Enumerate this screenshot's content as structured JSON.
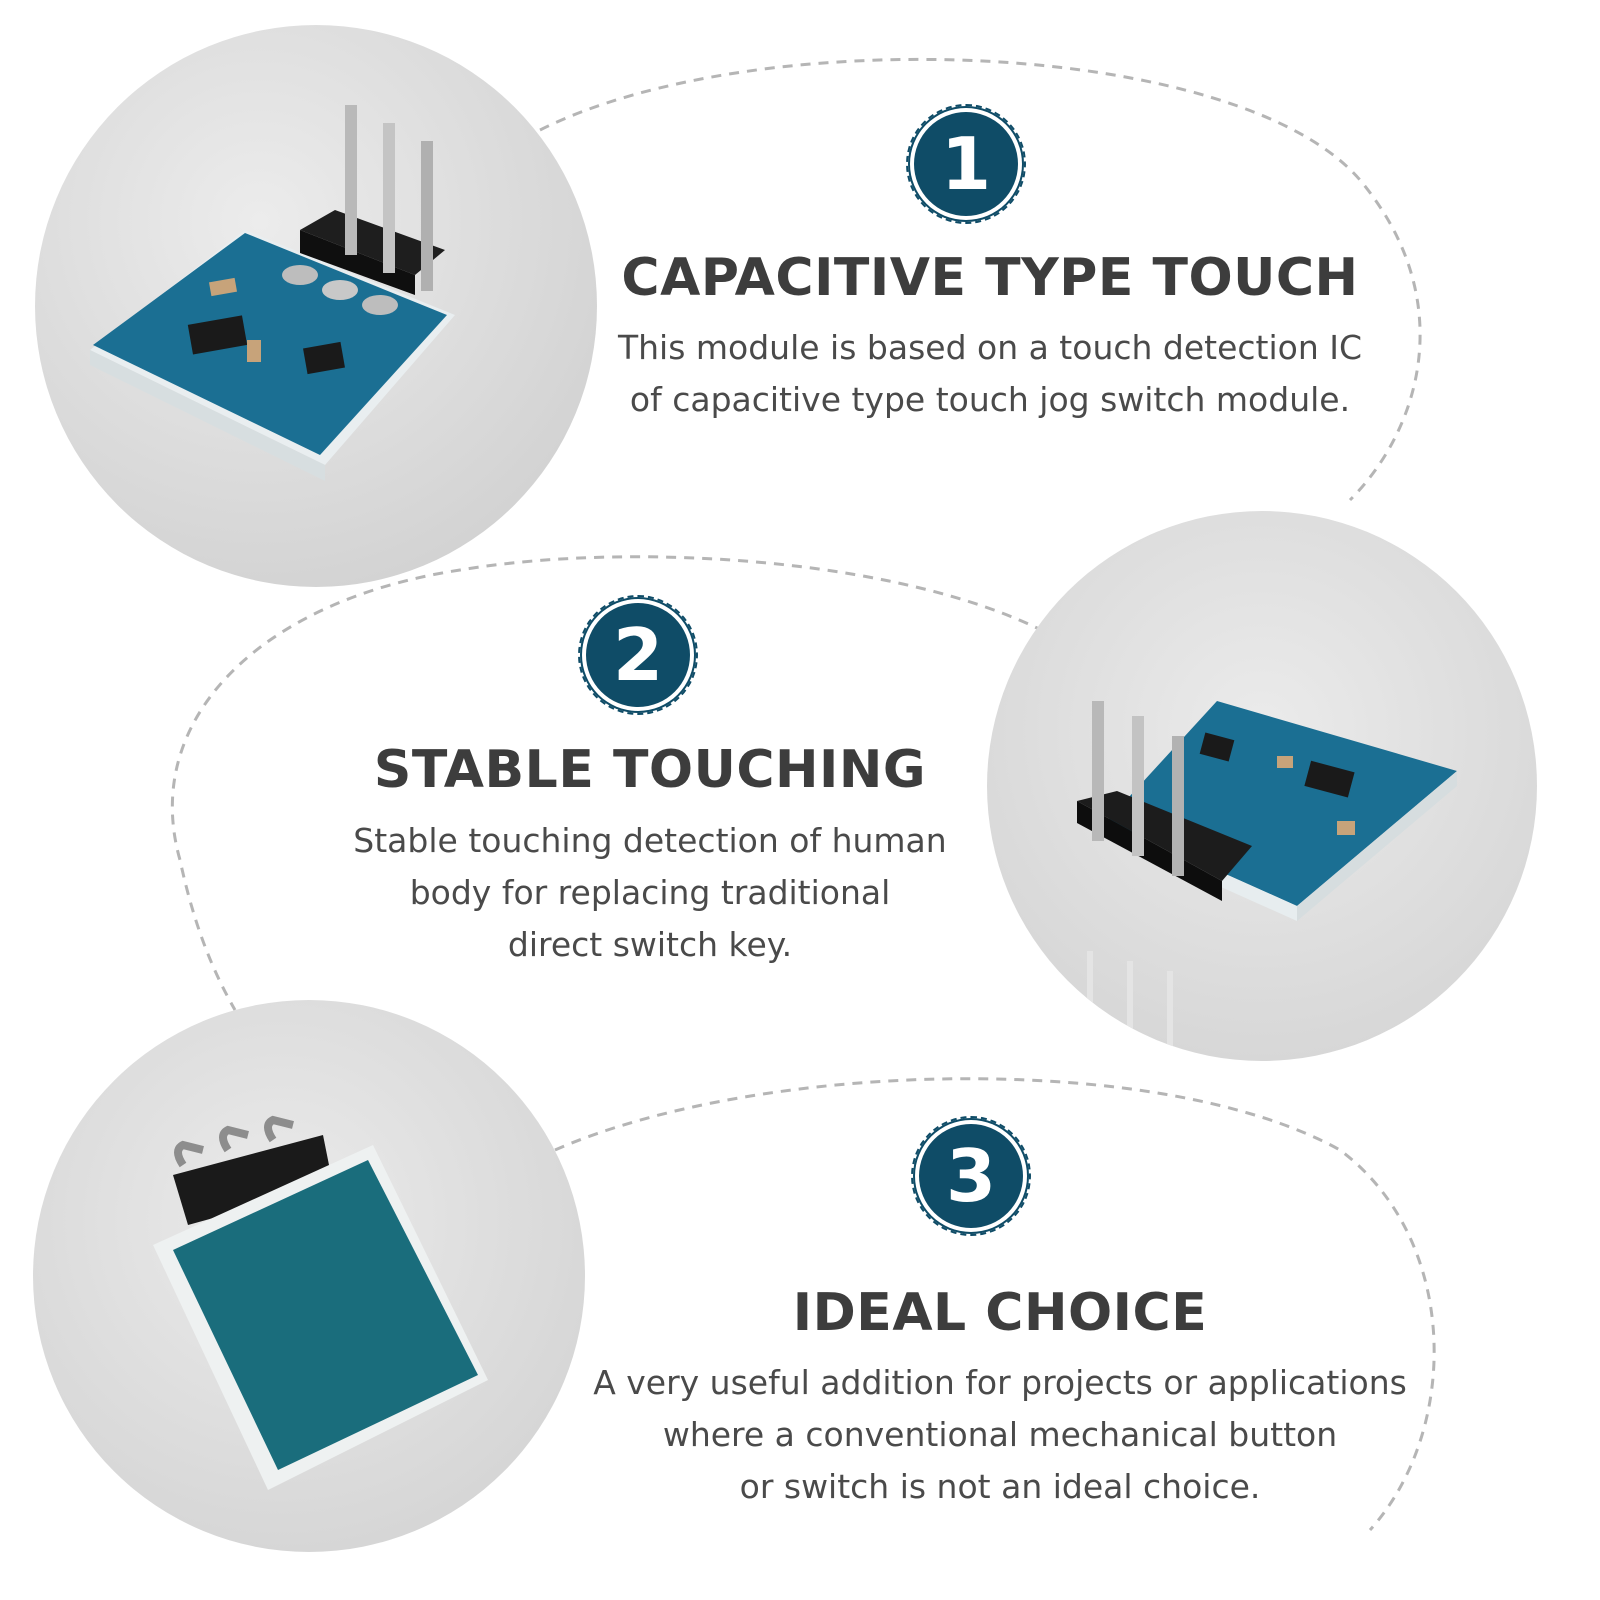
{
  "colors": {
    "badge": "#0f4c67",
    "title_text": "#3d3d3d",
    "body_text": "#4a4a4a",
    "dashed_line": "#b5b5b5",
    "photo_background": "#dcdcdc",
    "pcb_blue": "#1b6f93",
    "pad_teal": "#1a6d7c"
  },
  "features": [
    {
      "number": "1",
      "title": "CAPACITIVE TYPE TOUCH",
      "lines": [
        "This module is based on a touch detection IC",
        "of capacitive type touch jog switch module."
      ]
    },
    {
      "number": "2",
      "title": "STABLE TOUCHING",
      "lines": [
        "Stable touching detection of human",
        "body for replacing traditional",
        "direct switch key."
      ]
    },
    {
      "number": "3",
      "title": "IDEAL CHOICE",
      "lines": [
        "A very useful addition for projects or applications",
        "where a conventional mechanical button",
        "or switch is not an ideal choice."
      ]
    }
  ],
  "photos": [
    {
      "subject": "touch-module-angled-pins-top-view"
    },
    {
      "subject": "touch-module-side-view"
    },
    {
      "subject": "touch-module-pad-back-view"
    }
  ]
}
